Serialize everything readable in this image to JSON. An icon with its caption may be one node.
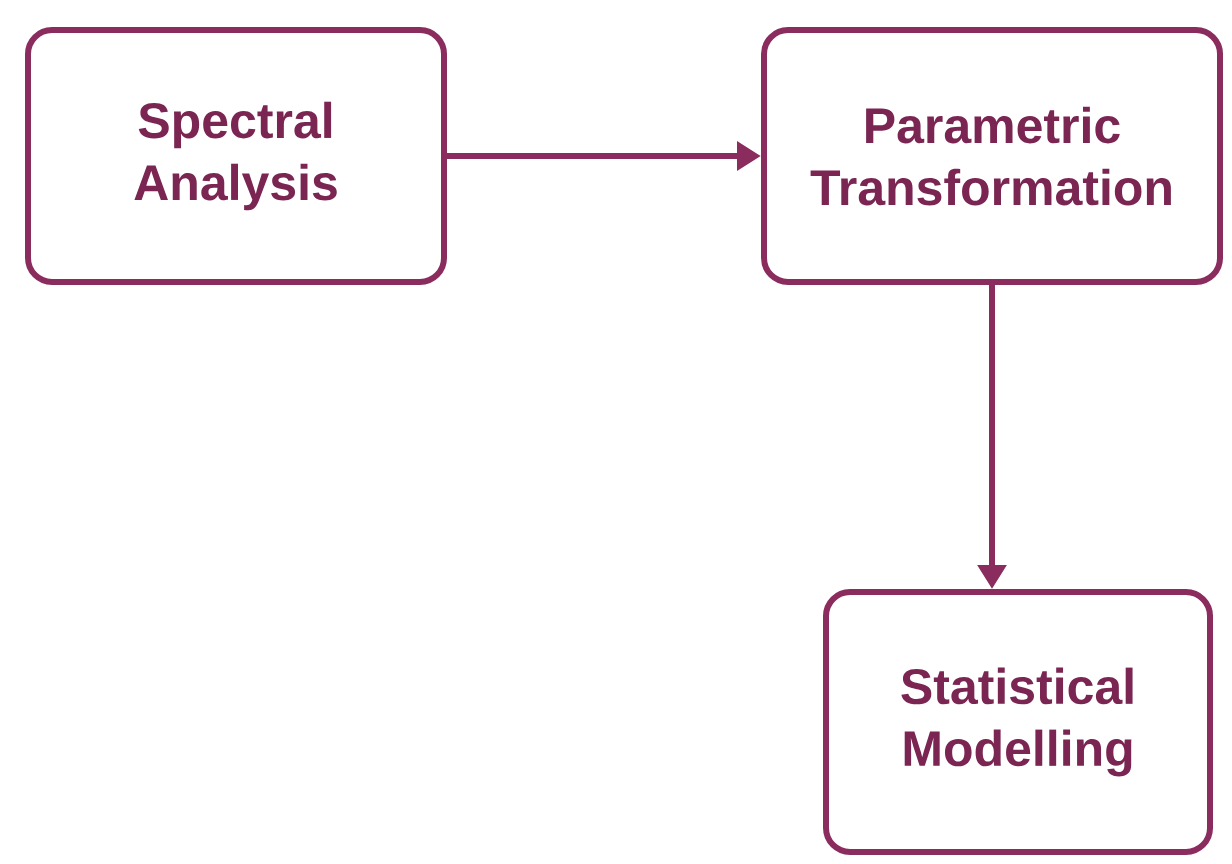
{
  "diagram": {
    "nodes": [
      {
        "text": [
          "Spectral Analysis"
        ]
      },
      {
        "text": [
          "Parametric Transformation"
        ]
      },
      {
        "text": [
          "Statistical Modelling"
        ]
      }
    ],
    "edges": [
      {
        "from": 0,
        "to": 1,
        "arrow": "to"
      },
      {
        "from": 1,
        "to": 2,
        "arrow": "to"
      }
    ]
  }
}
